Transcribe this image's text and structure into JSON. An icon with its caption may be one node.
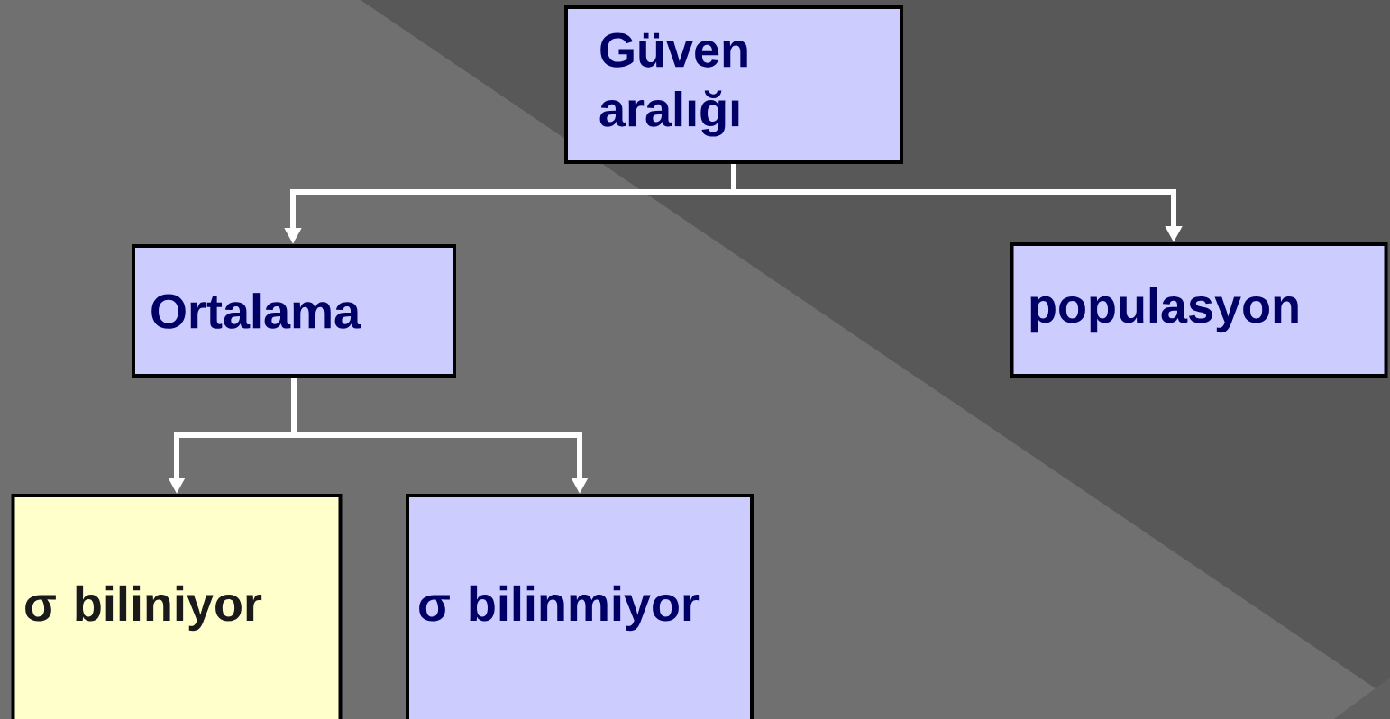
{
  "diagram": {
    "nodes": [
      {
        "text": [
          "Güven aralığı"
        ]
      },
      {
        "text": [
          "Ortalama"
        ]
      },
      {
        "text": [
          "populasyon"
        ]
      },
      {
        "text": [
          "σ  biliniyor"
        ]
      },
      {
        "text": [
          "σ bilinmiyor"
        ]
      }
    ],
    "edges": [
      {
        "from": 0,
        "to": 1,
        "arrow": "to"
      },
      {
        "from": 0,
        "to": 2,
        "arrow": "to"
      },
      {
        "from": 1,
        "to": 3,
        "arrow": "to"
      },
      {
        "from": 1,
        "to": 4,
        "arrow": "to"
      }
    ]
  }
}
